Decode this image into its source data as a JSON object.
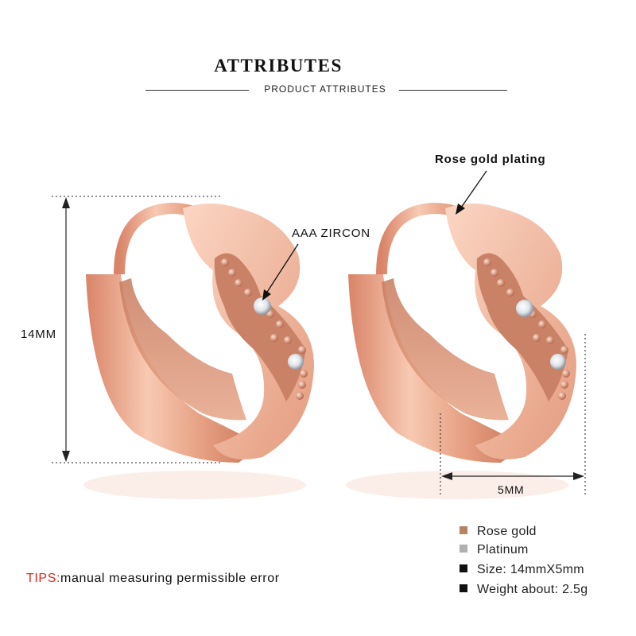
{
  "header": {
    "title": "ATTRIBUTES",
    "subtitle": "PRODUCT ATTRIBUTES"
  },
  "annotations": {
    "height_label": "14MM",
    "zircon_label": "AAA ZIRCON",
    "plating_label": "Rose gold plating",
    "width_label": "5MM"
  },
  "tips": {
    "prefix": "TIPS:",
    "text": "manual measuring permissible error"
  },
  "legend": [
    {
      "text": "Rose gold",
      "color": "#b58361"
    },
    {
      "text": "Platinum",
      "color": "#b0b0b0"
    },
    {
      "text": "Size: 14mmX5mm",
      "color": "#111111"
    },
    {
      "text": "Weight about: 2.5g",
      "color": "#111111"
    }
  ],
  "colors": {
    "rose_gold_light": "#f6c4ac",
    "rose_gold_mid": "#e59a7c",
    "rose_gold_dark": "#b86a4e",
    "tips_red": "#e0261e"
  }
}
